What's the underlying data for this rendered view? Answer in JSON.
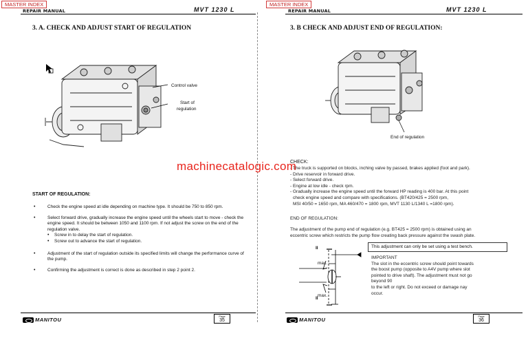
{
  "master_index_label": "MASTER INDEX",
  "repair_manual": "REPAIR MANUAL",
  "model": "MVT 1230 L",
  "watermark": "machinecatalogic.com",
  "logo": "MANITOU",
  "page_label": "Page",
  "left": {
    "section_title": "3. A. CHECK AND ADJUST START OF REGULATION",
    "callouts": {
      "control_valve": "Control valve",
      "start_of": "Start of",
      "regulation": "regulation"
    },
    "sub_heading": "START OF REGULATION:",
    "bullets": [
      "Check the engine speed at idle depending on machine type. It should be 750 to 850 rpm.",
      "Select forward drive, gradually increase the engine speed until the wheels start to move - check the engine speed. It should be between 1050 and 1100 rpm. If not adjust the screw on the end of the regulation valve.",
      "Adjustment of the start of regulation outside its specified limits will change the performance curve of the pump.",
      "Confirming the adjustment is correct is done as described in step 2 point 2."
    ],
    "sub_bullets": [
      "Screw in to delay the start of regulation.",
      "Screw out to advance the start of regulation."
    ],
    "page_number": "35"
  },
  "right": {
    "section_title": "3. B CHECK AND ADJUST END OF REGULATION:",
    "callout_end": "End of regulation",
    "check_heading": "CHECK:",
    "check_lines": [
      "- The truck is supported on blocks, inching valve by passed, brakes applied (foot and park).",
      "- Drive reservoir in forward drive.",
      "- Select forward drive.",
      "- Engine at low idle - check rpm.",
      "- Gradually increase the engine speed until the forward HP reading is 400 bar. At this point",
      "  check engine speed and compare with specifications. (BT420/425 = 2500 rpm,",
      "  MSI 40/50 = 1650 rpm, MA 460/470 = 1800 rpm, MVT 1130 L/1340 L =1800 rpm)."
    ],
    "end_heading": "END OF REGULATION:",
    "end_text_1": "The adjustment of the pump end of regulation (e.g. BT425 = 2500 rpm) is obtained using an",
    "end_text_2": "eccentric screw which restricts the pump flow creating back pressure against the swash plate.",
    "test_bench_note": "This adjustment can only be set using a test bench.",
    "important_heading": "IMPORTANT",
    "important_lines": [
      "The slot in the eccentric screw should point towards",
      "the boost pump (opposite to A4V pump where slot",
      "pointed to drive shaft). The adjustment must not go",
      "beyond 90",
      "to the left or right. Do not exceed or damage nay",
      "occur."
    ],
    "diagram_labels": {
      "ii_top": "II",
      "ii_bottom": "II",
      "max_top": "max.",
      "max_bottom": "max."
    },
    "page_number": "36"
  }
}
